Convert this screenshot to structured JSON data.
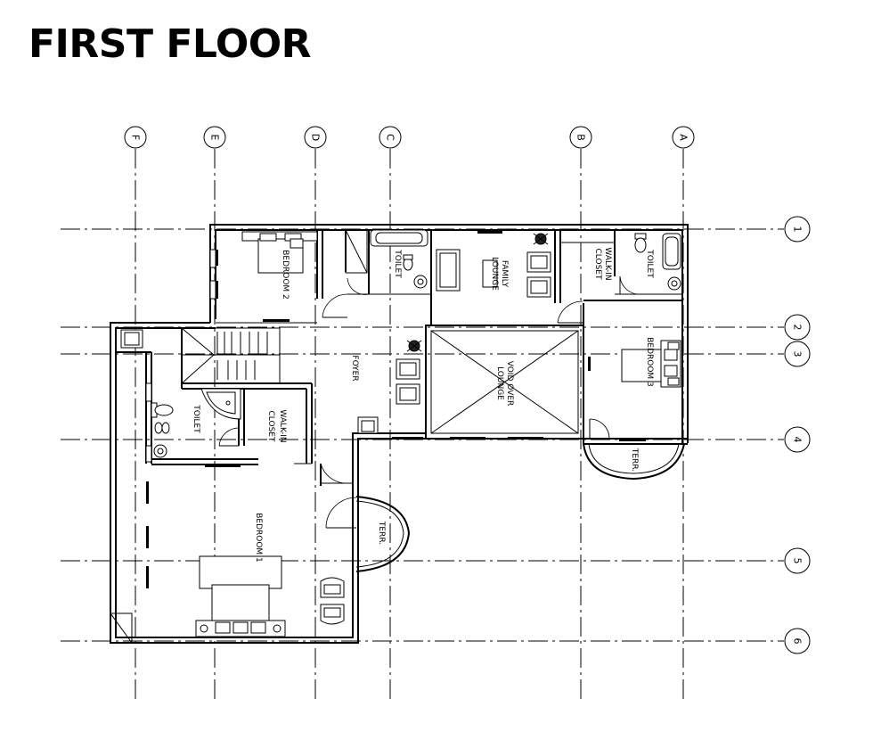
{
  "title": "FIRST FLOOR",
  "grid_columns": [
    "F",
    "E",
    "D",
    "C",
    "B",
    "A"
  ],
  "grid_rows": [
    "1",
    "2",
    "3",
    "4",
    "5",
    "6"
  ],
  "rooms": {
    "bedroom_1": "BEDROOM 1",
    "bedroom_2": "BEDROOM 2",
    "bedroom_3": "BEDROOM 3",
    "family_lounge_1": "FAMILY",
    "family_lounge_2": "LOUNGE",
    "walkin_closet_top_1": "WALK-IN",
    "walkin_closet_top_2": "CLOSET",
    "walkin_closet_left_1": "WALK-IN",
    "walkin_closet_left_2": "CLOSET",
    "toilet_top_left": "TOILET",
    "toilet_top_right": "TOILET",
    "toilet_left": "TOILET",
    "foyer": "FOYER",
    "void_1": "VOID OVER",
    "void_2": "LOUNGE",
    "terrace_right": "TERR.",
    "terrace_left": "TERR."
  }
}
